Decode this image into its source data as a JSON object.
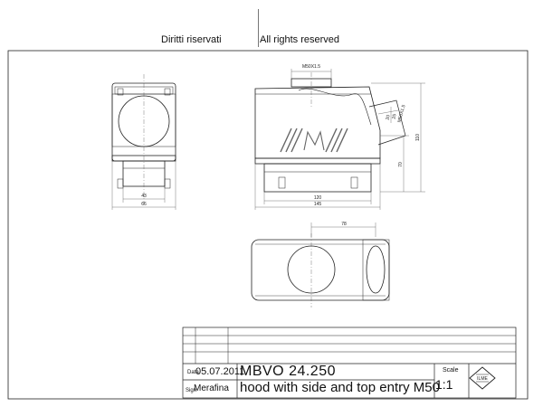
{
  "header": {
    "rights_it": "Diritti riservati",
    "rights_en": "All rights reserved"
  },
  "dimensions": {
    "thread": "M50X1.5",
    "w43": "43",
    "w66": "66",
    "w120": "120",
    "w145": "145",
    "h110": "110",
    "h70": "70",
    "w78": "78",
    "d20": "20",
    "d25": "25",
    "side_thread": "M50X1.5"
  },
  "title_block": {
    "date_label": "Data",
    "date": "05.07.2011",
    "code": "MBVO 24.250",
    "scale_label": "Scale",
    "scale": "1:1",
    "name_label": "Sign",
    "name": "Merafina",
    "description": "hood with side and top entry M50",
    "logo_text": "ILME"
  },
  "colors": {
    "line": "#222222",
    "thin": "#555555",
    "hatch": "#666666"
  }
}
